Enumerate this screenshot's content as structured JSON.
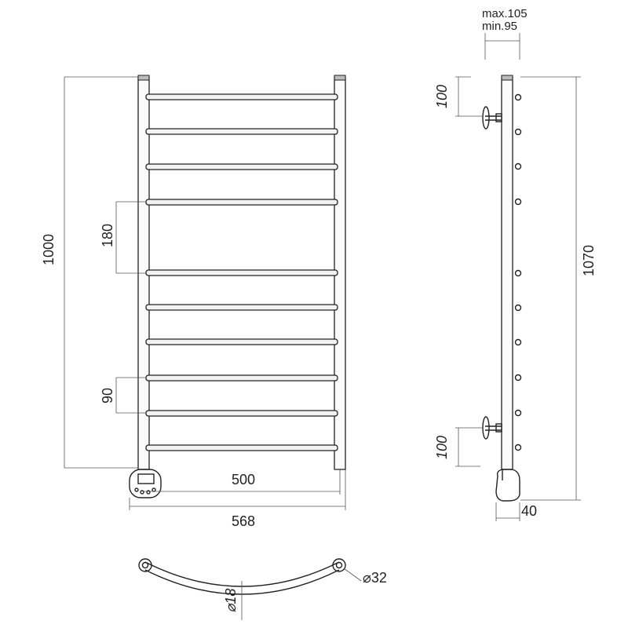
{
  "front_view": {
    "dim_height_total": "1000",
    "dim_bar_spacing_large": "180",
    "dim_bar_spacing_small": "90",
    "dim_center_distance": "500",
    "dim_total_width": "568"
  },
  "side_view": {
    "dim_offset_max": "max.105",
    "dim_offset_min": "min.95",
    "dim_bracket_top": "100",
    "dim_bracket_bottom": "100",
    "dim_height_total": "1070",
    "dim_depth_heater": "40"
  },
  "top_view": {
    "dim_bar_diameter": "⌀18",
    "dim_rail_diameter": "⌀32"
  }
}
